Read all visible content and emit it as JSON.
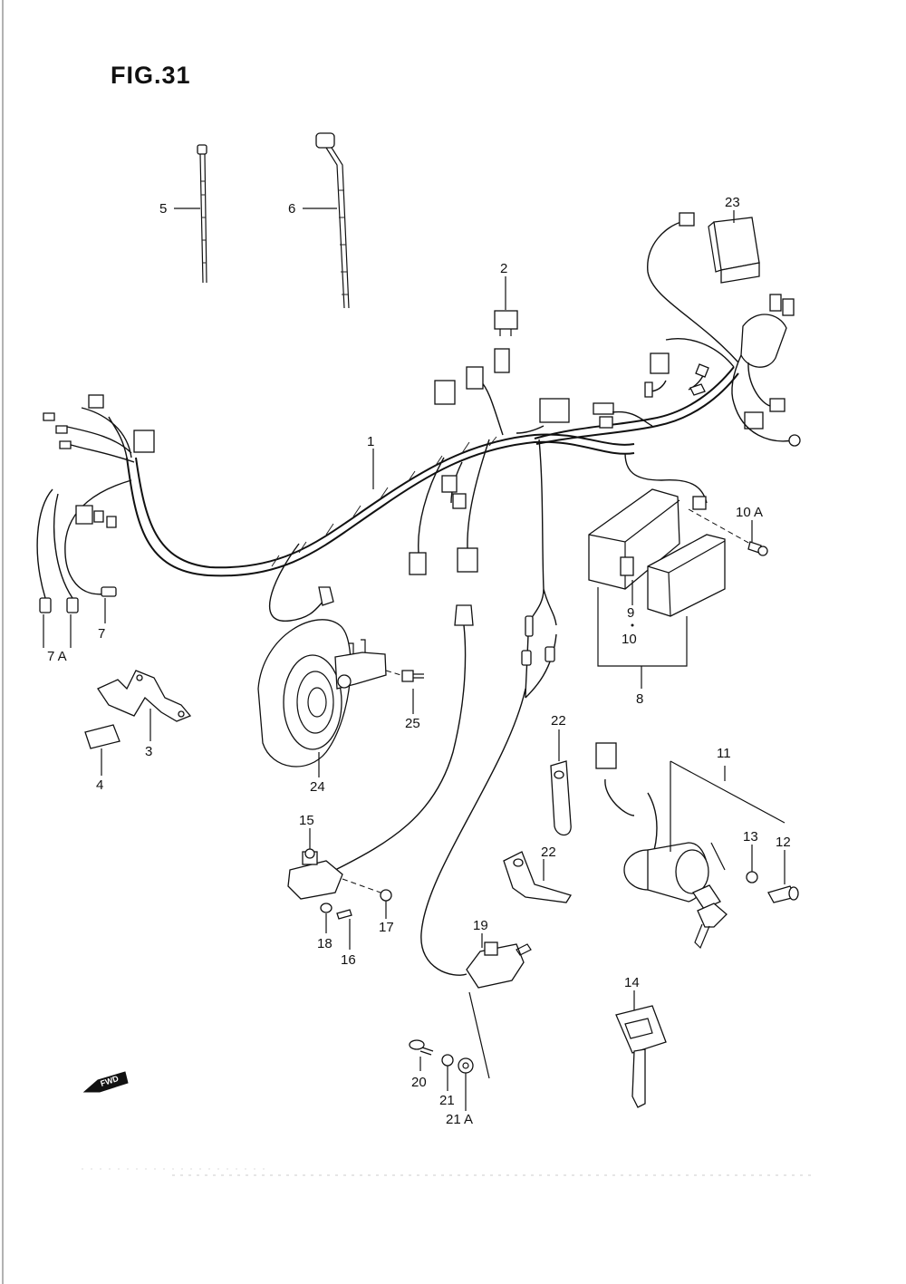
{
  "figure": {
    "title": "FIG.31"
  },
  "fwd_marker": "FWD",
  "callouts": {
    "p1": "1",
    "p2": "2",
    "p3": "3",
    "p4": "4",
    "p5": "5",
    "p6": "6",
    "p7": "7",
    "p7a": "7 A",
    "p8": "8",
    "p9": "9",
    "p10": "10",
    "p10a": "10 A",
    "p11": "11",
    "p12": "12",
    "p13": "13",
    "p14": "14",
    "p15": "15",
    "p16": "16",
    "p17": "17",
    "p18": "18",
    "p19": "19",
    "p20": "20",
    "p21": "21",
    "p21a": "21 A",
    "p22a": "22",
    "p22b": "22",
    "p23": "23",
    "p24": "24",
    "p25": "25"
  }
}
